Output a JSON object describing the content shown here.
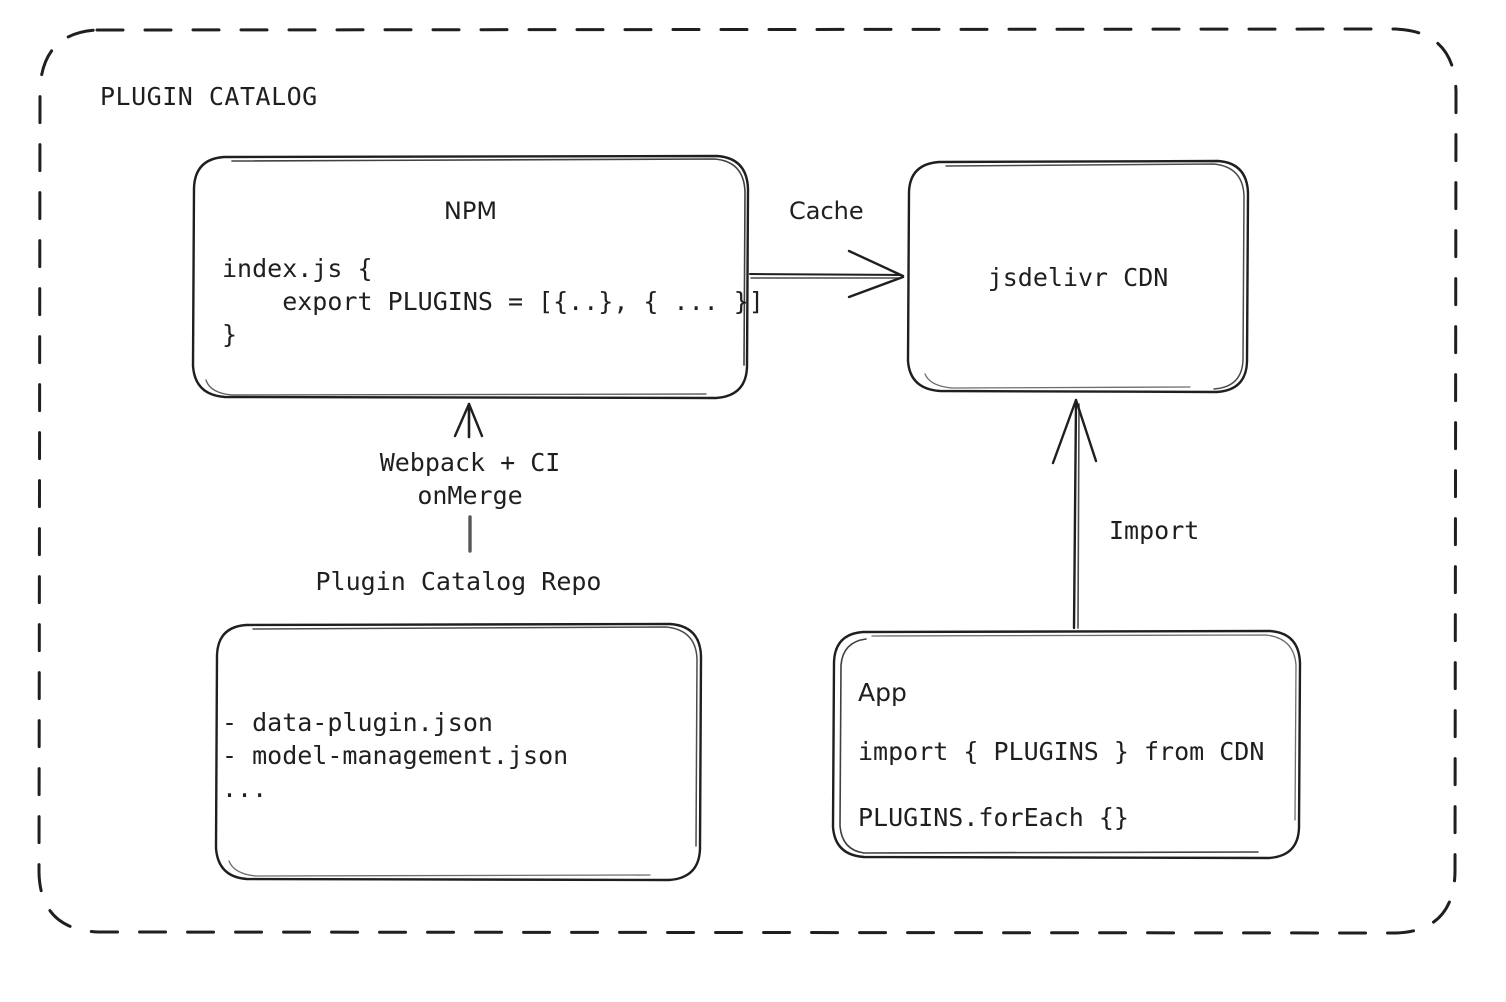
{
  "diagram": {
    "title": "PLUGIN CATALOG",
    "style": {
      "stroke": "#1f1f1f",
      "background": "#ffffff",
      "text": "#1f1f1f"
    },
    "nodes": {
      "npm": {
        "title": "NPM",
        "code": "index.js {\n    export PLUGINS = [{..}, { ... }]\n}"
      },
      "cdn": {
        "title": "jsdelivr CDN"
      },
      "repo": {
        "title": "Plugin Catalog Repo",
        "files": "- data-plugin.json\n- model-management.json\n..."
      },
      "app": {
        "title": "App",
        "code": "import { PLUGINS } from CDN\n\nPLUGINS.forEach {}"
      }
    },
    "edges": {
      "cache": {
        "label": "Cache",
        "from": "npm",
        "to": "cdn",
        "direction": "right"
      },
      "import": {
        "label": "Import",
        "from": "app",
        "to": "cdn",
        "direction": "up"
      },
      "build": {
        "label": "Webpack + CI\nonMerge",
        "from": "repo",
        "to": "npm",
        "direction": "up"
      }
    }
  }
}
